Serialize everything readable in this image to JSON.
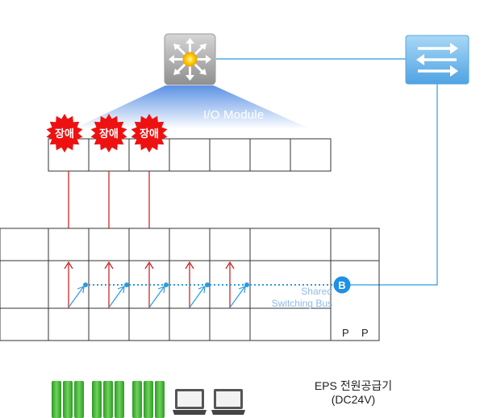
{
  "io_module_label": "I/O Module",
  "fault_badges": [
    "장애",
    "장애",
    "장애"
  ],
  "bus_label_line1": "Shared",
  "bus_label_line2": "Switching Bus",
  "bus_node_label": "B",
  "power_labels": [
    "P",
    "P"
  ],
  "eps_line1": "EPS 전원공급기",
  "eps_line2": "(DC24V)",
  "colors": {
    "fault": "#ee1111",
    "link": "#2a9be0",
    "red_line": "#c81818",
    "grid": "#333333",
    "battery": "#43b536",
    "laptop": "#444444"
  },
  "icons": [
    "central-switch-icon",
    "network-switch-icon",
    "battery-icon",
    "laptop-icon"
  ]
}
